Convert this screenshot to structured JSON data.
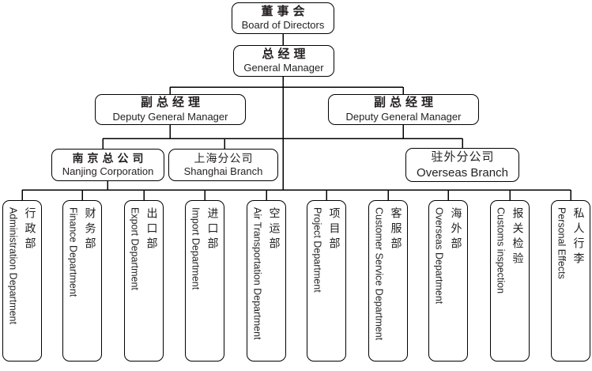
{
  "colors": {
    "background": "#ffffff",
    "line": "#000000",
    "text": "#231f20"
  },
  "nodes": {
    "board": {
      "zh": "董事会",
      "en": "Board of Directors"
    },
    "gm": {
      "zh": "总经理",
      "en": "General Manager"
    },
    "deputy_left": {
      "zh": "副总经理",
      "en": "Deputy General Manager"
    },
    "deputy_right": {
      "zh": "副总经理",
      "en": "Deputy General Manager"
    },
    "nanjing": {
      "zh": "南京总公司",
      "en": "Nanjing Corporation"
    },
    "shanghai": {
      "zh": "上海分公司",
      "en": "Shanghai Branch"
    },
    "overseas": {
      "zh": "驻外分公司",
      "en": "Overseas Branch"
    }
  },
  "departments": [
    {
      "zh": "行政部",
      "en": "Administration Department"
    },
    {
      "zh": "财务部",
      "en": "Finance Department"
    },
    {
      "zh": "出口部",
      "en": "Export Department"
    },
    {
      "zh": "进口部",
      "en": "Import Department"
    },
    {
      "zh": "空运部",
      "en": "Air Transportation Department"
    },
    {
      "zh": "项目部",
      "en": "Project Department"
    },
    {
      "zh": "客服部",
      "en": "Customer Service Department"
    },
    {
      "zh": "海外部",
      "en": "Overseas Department"
    },
    {
      "zh": "报关检验",
      "en": "Customs inspection"
    },
    {
      "zh": "私人行李",
      "en": "Personal Effects"
    }
  ]
}
